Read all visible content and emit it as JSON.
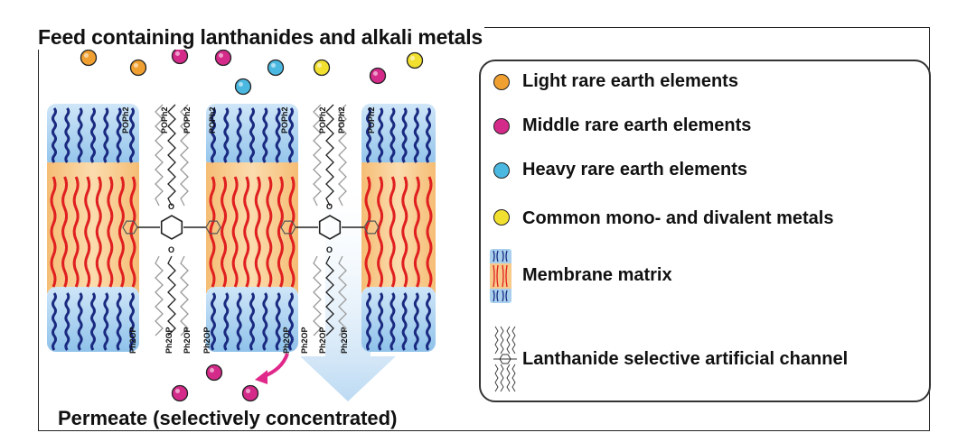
{
  "title": "Feed containing lanthanides and alkali metals",
  "permeate_label": "Permeate (selectively concentrated)",
  "colors": {
    "light_ree": "#f0a030",
    "middle_ree": "#d42a8a",
    "heavy_ree": "#4ab8e0",
    "common_metal": "#f2e030",
    "membrane_blue": "#a8d0ee",
    "membrane_orange": "#f7c98a",
    "chain_red": "#e02020",
    "chain_navy": "#1a2a80",
    "arrow": "#cfe4f6",
    "curved_arrow": "#e0288a"
  },
  "legend": {
    "items": [
      {
        "label": "Light rare earth elements",
        "icon": "orange-dot-icon"
      },
      {
        "label": "Middle rare earth elements",
        "icon": "magenta-dot-icon"
      },
      {
        "label": "Heavy rare earth elements",
        "icon": "cyan-dot-icon"
      },
      {
        "label": "Common mono- and divalent metals",
        "icon": "yellow-dot-icon"
      },
      {
        "label": "Membrane matrix",
        "icon": "membrane-icon"
      },
      {
        "label": "Lanthanide selective artificial channel",
        "icon": "channel-icon"
      }
    ]
  },
  "chem_labels": {
    "top": "POPh2",
    "bottom": "Ph2OP",
    "oxygen": "O"
  }
}
